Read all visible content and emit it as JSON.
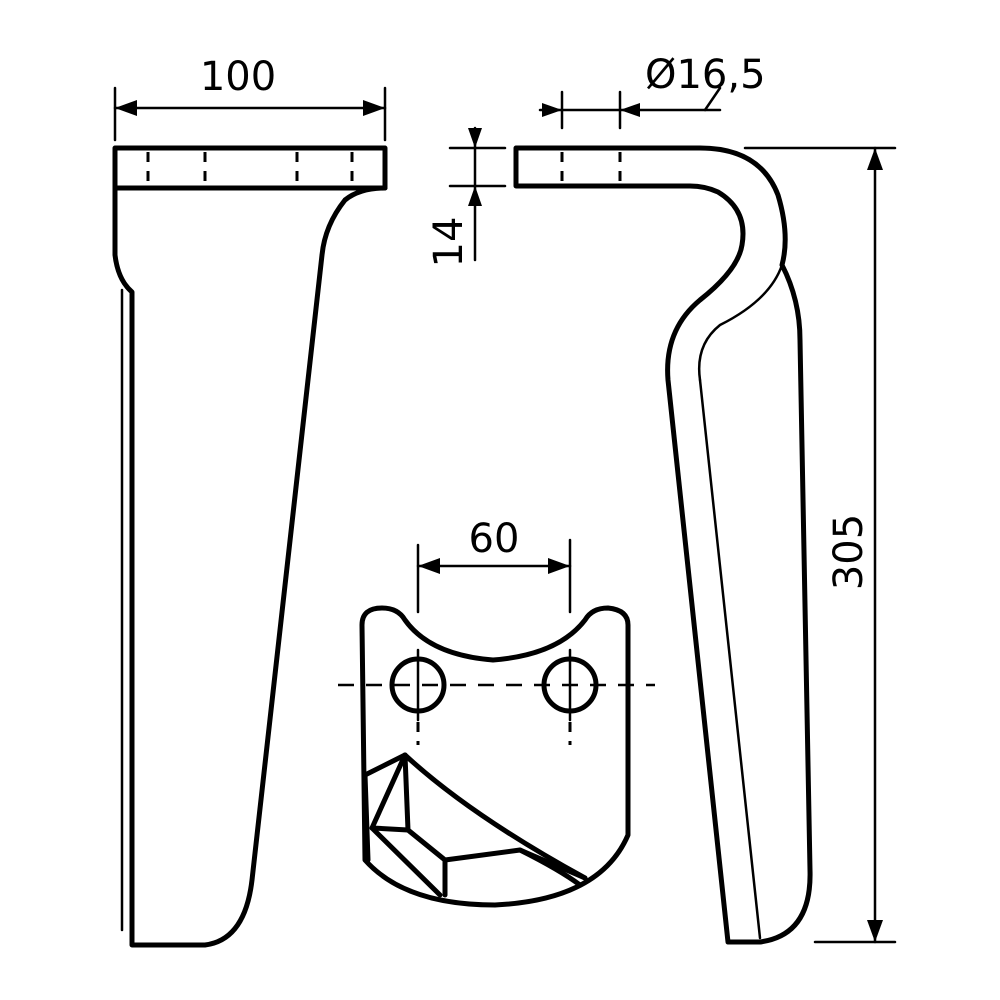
{
  "dimensions": {
    "width_top": "100",
    "thickness": "14",
    "hole_diameter": "Ø16,5",
    "height": "305",
    "hole_spacing": "60"
  }
}
